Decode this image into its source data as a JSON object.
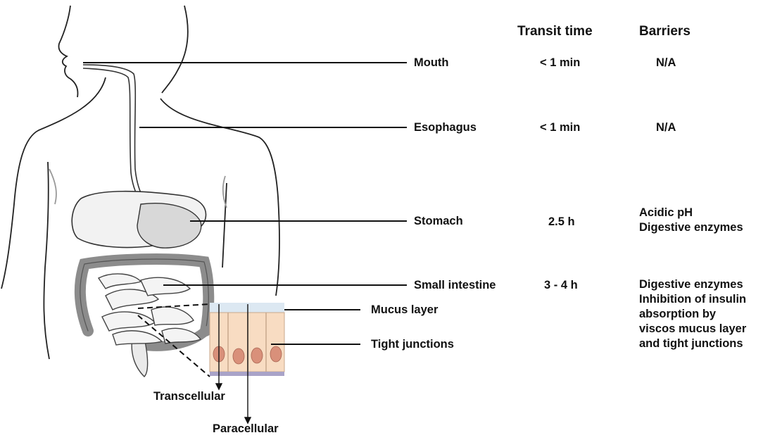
{
  "headers": {
    "transit_time": "Transit time",
    "barriers": "Barriers"
  },
  "rows": [
    {
      "organ": "Mouth",
      "transit": "< 1 min",
      "barriers": [
        "N/A"
      ]
    },
    {
      "organ": "Esophagus",
      "transit": "< 1 min",
      "barriers": [
        "N/A"
      ]
    },
    {
      "organ": "Stomach",
      "transit": "2.5 h",
      "barriers": [
        "Acidic pH",
        "Digestive enzymes"
      ]
    },
    {
      "organ": "Small intestine",
      "transit": "3 - 4 h",
      "barriers": [
        "Digestive enzymes",
        "Inhibition of insulin",
        "absorption by",
        "viscos mucus layer",
        "and tight junctions"
      ]
    }
  ],
  "inset_labels": {
    "mucus_layer": "Mucus layer",
    "tight_junctions": "Tight junctions",
    "transcellular": "Transcellular",
    "paracellular": "Paracellular"
  },
  "colors": {
    "line": "#111111",
    "cell_fill": "#f8dcc2",
    "nucleus": "#d9907a",
    "mucus": "#dce8f2",
    "basement": "#a9a3c8",
    "organ_grey": "#8c8c8c"
  }
}
